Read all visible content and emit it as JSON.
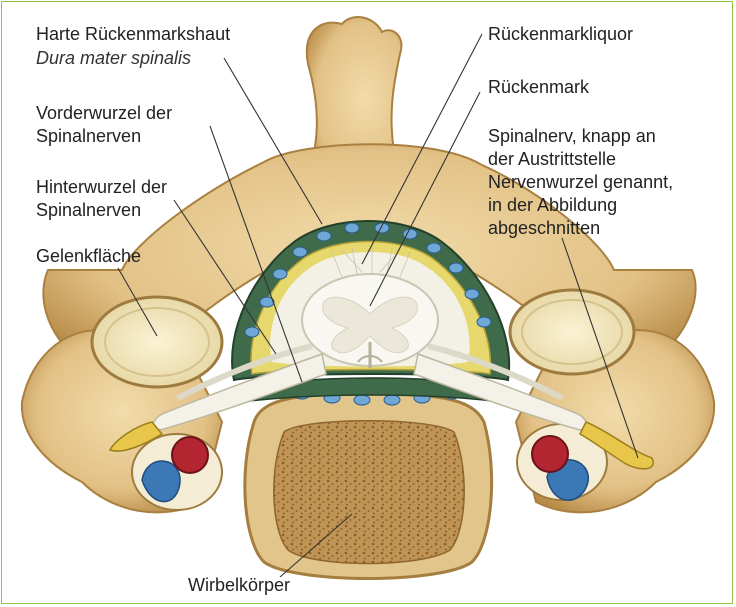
{
  "labels": {
    "dura_name": "Harte Rückenmarkshaut",
    "dura_latin": "Dura mater spinalis",
    "liquor": "Rückenmarkliquor",
    "ventral_root_1": "Vorderwurzel der",
    "ventral_root_2": "Spinalnerven",
    "spinal_cord": "Rückenmark",
    "dorsal_root_1": "Hinterwurzel der",
    "dorsal_root_2": "Spinalnerven",
    "spinal_nerve_1": "Spinalnerv, knapp an",
    "spinal_nerve_2": "der Austrittstelle",
    "spinal_nerve_3": "Nervenwurzel genannt,",
    "spinal_nerve_4": "in der Abbildung",
    "spinal_nerve_5": "abgeschnitten",
    "joint_surface": "Gelenkfläche",
    "vertebral_body": "Wirbelkörper"
  },
  "colors": {
    "frame_border": "#8dc44a",
    "bone": "#e6c98c",
    "bone_dark": "#c49a52",
    "dura_green": "#3f6b4a",
    "vein_blue": "#6fa8d6",
    "cord_white": "#f6f4ee",
    "artery_red": "#b32530"
  }
}
